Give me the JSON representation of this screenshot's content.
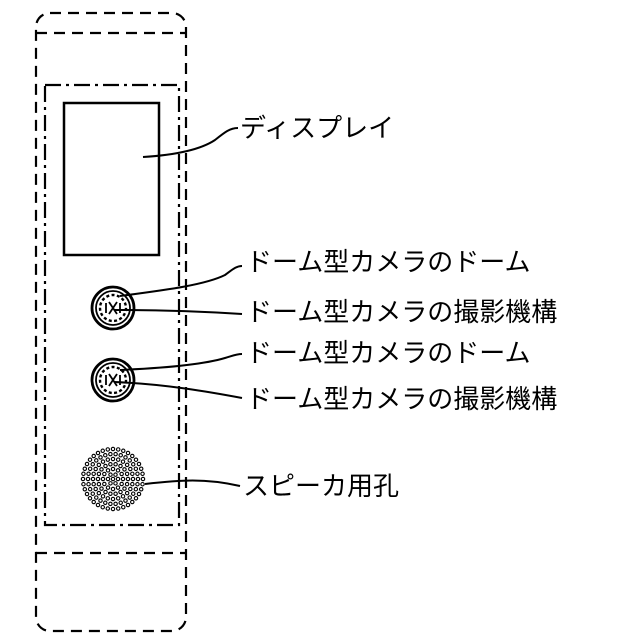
{
  "labels": {
    "display": "ディスプレイ",
    "dome_camera_dome_1": "ドーム型カメラのドーム",
    "dome_camera_mechanism_1": "ドーム型カメラの撮影機構",
    "dome_camera_dome_2": "ドーム型カメラのドーム",
    "dome_camera_mechanism_2": "ドーム型カメラの撮影機構",
    "speaker_hole": "スピーカ用孔"
  },
  "colors": {
    "line": "#000000",
    "background": "#ffffff"
  }
}
